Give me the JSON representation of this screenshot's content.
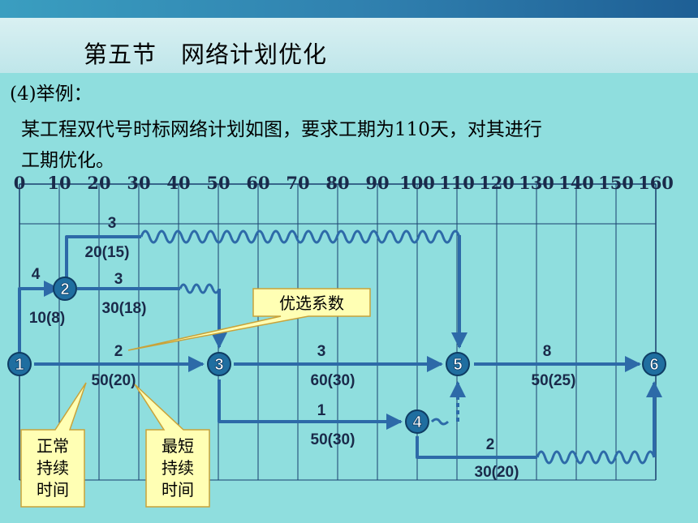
{
  "slide": {
    "title": "第五节　网络计划优化",
    "subheading": "(4)举例：",
    "description_line1": "某工程双代号时标网络计划如图，要求工期为110天，对其进行",
    "description_line2": "工期优化。"
  },
  "timescale": [
    "0",
    "10",
    "20",
    "30",
    "40",
    "50",
    "60",
    "70",
    "80",
    "90",
    "100",
    "110",
    "120",
    "130",
    "140",
    "150",
    "160"
  ],
  "nodes": [
    {
      "id": "1",
      "label": "1"
    },
    {
      "id": "2",
      "label": "2"
    },
    {
      "id": "3",
      "label": "3"
    },
    {
      "id": "4",
      "label": "4"
    },
    {
      "id": "5",
      "label": "5"
    },
    {
      "id": "6",
      "label": "6"
    }
  ],
  "activities": [
    {
      "from": "1",
      "to": "2",
      "coef": "4",
      "duration": "10(8)"
    },
    {
      "from": "2",
      "to": "3",
      "coef": "3",
      "duration": "30(18)"
    },
    {
      "from": "2",
      "to": "5",
      "coef": "3",
      "duration": "20(15)"
    },
    {
      "from": "1",
      "to": "3",
      "coef": "2",
      "duration": "50(20)"
    },
    {
      "from": "3",
      "to": "5",
      "coef": "3",
      "duration": "60(30)"
    },
    {
      "from": "3",
      "to": "4",
      "coef": "1",
      "duration": "50(30)"
    },
    {
      "from": "5",
      "to": "6",
      "coef": "8",
      "duration": "50(25)"
    },
    {
      "from": "4",
      "to": "6",
      "coef": "2",
      "duration": "30(20)"
    }
  ],
  "callouts": {
    "optimization_coefficient": "优选系数",
    "normal_duration": [
      "正常",
      "持续",
      "时间"
    ],
    "shortest_duration": [
      "最短",
      "持续",
      "时间"
    ]
  },
  "colors": {
    "arrow": "#2d6aa8",
    "node_fill": "#1f6ea0",
    "callout_fill": "#ffffb4"
  }
}
